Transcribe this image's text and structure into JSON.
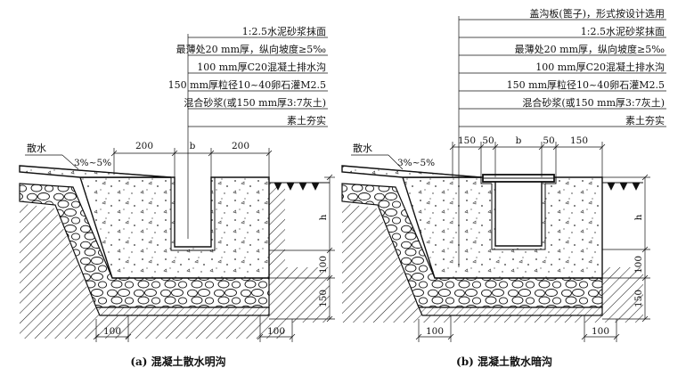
{
  "diagram_a": {
    "layers": [
      "1:2.5水泥砂浆抹面",
      "最薄处20 mm厚，纵向坡度≥5‰",
      "100 mm厚C20混凝土排水沟",
      "150 mm厚粒径10~40卵石灌M2.5",
      "混合砂浆(或150 mm厚3:7灰土)",
      "素土夯实"
    ],
    "apron_label": "散水",
    "slope_label": "3%~5%",
    "top_dims": [
      "200",
      "b",
      "200"
    ],
    "side_dims": [
      "h",
      "100",
      "150"
    ],
    "bottom_dims": [
      "100",
      "100"
    ],
    "caption": "(a) 混凝土散水明沟"
  },
  "diagram_b": {
    "layers": [
      "盖沟板(篦子)，形式按设计选用",
      "1:2.5水泥砂浆抹面",
      "最薄处20 mm厚，纵向坡度≥5‰",
      "100 mm厚C20混凝土排水沟",
      "150 mm厚粒径10~40卵石灌M2.5",
      "混合砂浆(或150 mm厚3:7灰土)",
      "素土夯实"
    ],
    "apron_label": "散水",
    "slope_label": "3%~5%",
    "top_dims": [
      "150",
      "50",
      "b",
      "50",
      "150"
    ],
    "side_dims": [
      "h",
      "100",
      "150"
    ],
    "bottom_dims": [
      "100",
      "100"
    ],
    "caption": "(b) 混凝土散水暗沟"
  }
}
